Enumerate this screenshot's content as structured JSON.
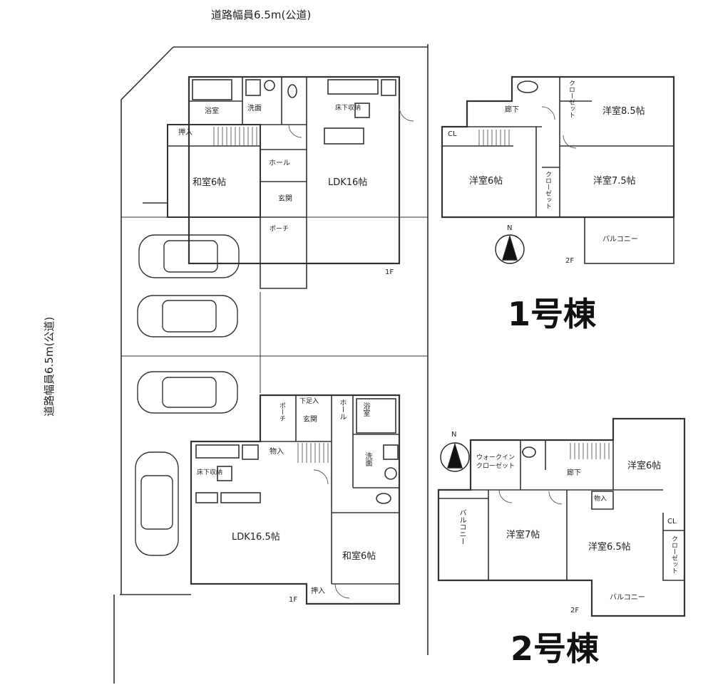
{
  "road_top": "道路幅員6.5m(公道)",
  "road_left": "道路幅員6.5m(公道)",
  "building1": {
    "title": "1号棟",
    "floor1": {
      "label": "1F",
      "rooms": {
        "bath": "浴室",
        "wash": "洗面",
        "storage": "押入",
        "washitsu": "和室6帖",
        "hall": "ホール",
        "entrance": "玄関",
        "porch": "ポーチ",
        "ldk": "LDK16帖",
        "underfloor": "床下収納"
      }
    },
    "floor2": {
      "label": "2F",
      "rooms": {
        "corridor": "廊下",
        "closet_a": "クローゼット",
        "room_a": "洋室8.5帖",
        "cl": "CL",
        "room_b": "洋室6帖",
        "closet_b": "クローゼット",
        "room_c": "洋室7.5帖",
        "balcony": "バルコニー"
      }
    },
    "compass": "N"
  },
  "building2": {
    "title": "2号棟",
    "floor1": {
      "label": "1F",
      "rooms": {
        "porch": "ポーチ",
        "underfloor_a": "下足入",
        "entrance": "玄関",
        "hall": "ホール",
        "bath": "浴室",
        "storage_a": "物入",
        "underfloor_b": "床下収納",
        "wash": "洗面",
        "ldk": "LDK16.5帖",
        "washitsu": "和室6帖",
        "storage_b": "押入"
      }
    },
    "floor2": {
      "label": "2F",
      "rooms": {
        "walkin": "ウォークインクローゼット",
        "corridor": "廊下",
        "storage": "物入",
        "room_a": "洋室6帖",
        "balcony_a": "バルコニー",
        "room_b": "洋室7帖",
        "room_c": "洋室6.5帖",
        "cl": "CL",
        "closet": "クローゼット",
        "balcony_b": "バルコニー"
      }
    },
    "compass": "N"
  }
}
